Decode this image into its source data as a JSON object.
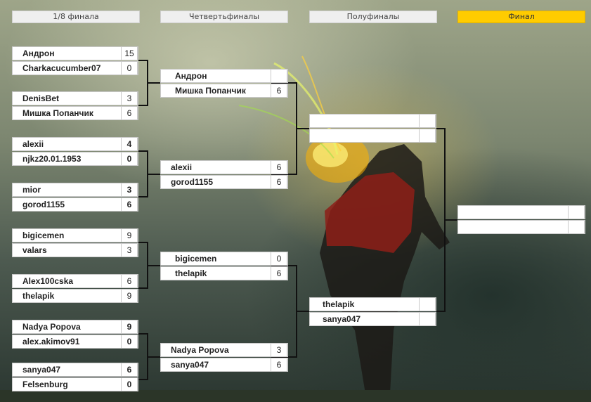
{
  "rounds": [
    {
      "label": "1/8 финала"
    },
    {
      "label": "Четвертьфиналы"
    },
    {
      "label": "Полуфиналы"
    },
    {
      "label": "Финал"
    }
  ],
  "r16": [
    {
      "a": {
        "name": "Андрон",
        "score": "15"
      },
      "b": {
        "name": "Charkacucumber07",
        "score": "0"
      }
    },
    {
      "a": {
        "name": "DenisBet",
        "score": "3"
      },
      "b": {
        "name": "Мишка Попанчик",
        "score": "6"
      }
    },
    {
      "a": {
        "name": "alexii",
        "score": "4"
      },
      "b": {
        "name": "njkz20.01.1953",
        "score": "0"
      }
    },
    {
      "a": {
        "name": "mior",
        "score": "3"
      },
      "b": {
        "name": "gorod1155",
        "score": "6"
      }
    },
    {
      "a": {
        "name": "bigicemen",
        "score": "9"
      },
      "b": {
        "name": "valars",
        "score": "3"
      }
    },
    {
      "a": {
        "name": "Alex100cska",
        "score": "6"
      },
      "b": {
        "name": "thelapik",
        "score": "9"
      }
    },
    {
      "a": {
        "name": "Nadya Popova",
        "score": "9"
      },
      "b": {
        "name": "alex.akimov91",
        "score": "0"
      }
    },
    {
      "a": {
        "name": "sanya047",
        "score": "6"
      },
      "b": {
        "name": "Felsenburg",
        "score": "0"
      }
    }
  ],
  "qf": [
    {
      "a": {
        "name": "Андрон",
        "score": ""
      },
      "b": {
        "name": "Мишка Попанчик",
        "score": "6"
      }
    },
    {
      "a": {
        "name": "alexii",
        "score": "6"
      },
      "b": {
        "name": "gorod1155",
        "score": "6"
      }
    },
    {
      "a": {
        "name": "bigicemen",
        "score": "0"
      },
      "b": {
        "name": "thelapik",
        "score": "6"
      }
    },
    {
      "a": {
        "name": "Nadya Popova",
        "score": "3"
      },
      "b": {
        "name": "sanya047",
        "score": "6"
      }
    }
  ],
  "sf": [
    {
      "a": {
        "name": "",
        "score": ""
      },
      "b": {
        "name": "",
        "score": ""
      }
    },
    {
      "a": {
        "name": "thelapik",
        "score": ""
      },
      "b": {
        "name": "sanya047",
        "score": ""
      }
    }
  ],
  "final": [
    {
      "a": {
        "name": "",
        "score": ""
      },
      "b": {
        "name": "",
        "score": ""
      }
    }
  ]
}
